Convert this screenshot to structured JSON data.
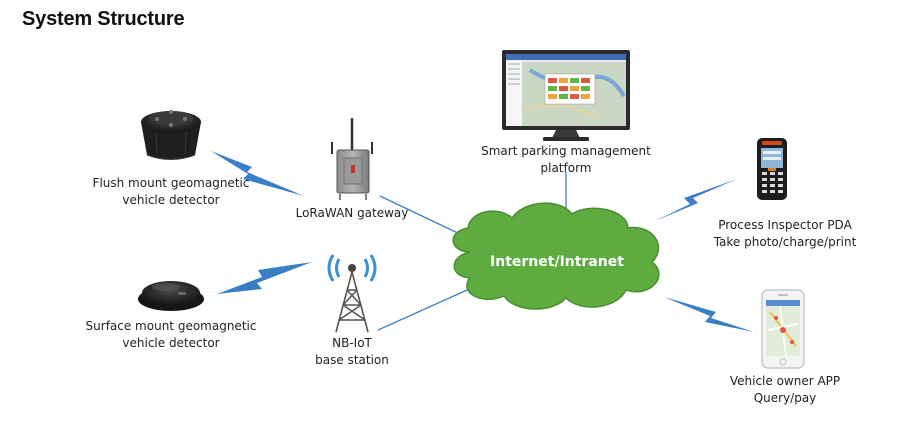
{
  "title": "System Structure",
  "nodes": {
    "flush_detector": {
      "line1": "Flush mount geomagnetic",
      "line2": "vehicle detector"
    },
    "surface_detector": {
      "line1": "Surface mount geomagnetic",
      "line2": "vehicle detector"
    },
    "lorawan_gateway": {
      "line1": "LoRaWAN gateway"
    },
    "nbiot_station": {
      "line1": "NB-IoT",
      "line2": "base station"
    },
    "platform": {
      "line1": "Smart parking management",
      "line2": "platform"
    },
    "cloud": {
      "label": "Internet/Intranet"
    },
    "pda": {
      "line1": "Process Inspector PDA",
      "line2": "Take photo/charge/print"
    },
    "app": {
      "line1": "Vehicle owner APP",
      "line2": "Query/pay"
    }
  },
  "colors": {
    "link": "#3a7fc6",
    "cloud_fill": "#5eac40",
    "cloud_stroke": "#4a8e30",
    "cloud_text": "#ffffff",
    "device_dark": "#2a2a2a"
  }
}
